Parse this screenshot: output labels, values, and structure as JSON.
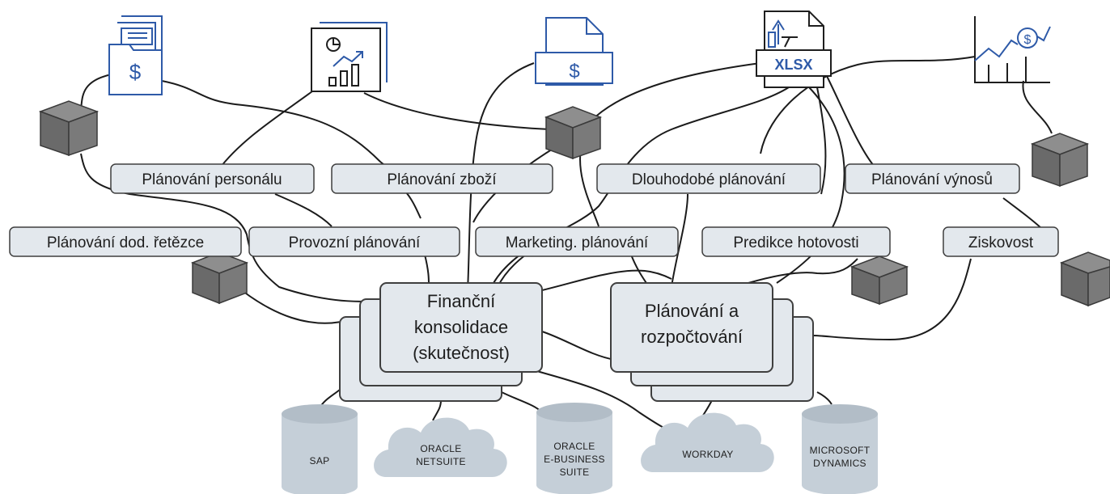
{
  "labels": {
    "planovani_personalu": "Plánování personálu",
    "planovani_zbozi": "Plánování zboží",
    "dlouhodobe_planovani": "Dlouhodobé plánování",
    "planovani_vynosu": "Plánování výnosů",
    "planovani_dod_retezce": "Plánování dod. řetězce",
    "provozni_planovani": "Provozní plánování",
    "marketing_planovani": "Marketing. plánování",
    "predikce_hotovosti": "Predikce hotovosti",
    "ziskovost": "Ziskovost"
  },
  "hubs": {
    "financni": [
      "Finanční",
      "konsolidace",
      "(skutečnost)"
    ],
    "planovani": [
      "Plánování a",
      "rozpočtování"
    ]
  },
  "sources": {
    "sap": [
      "SAP"
    ],
    "netsuite": [
      "ORACLE",
      "NETSUITE"
    ],
    "ebs": [
      "ORACLE",
      "E-BUSINESS",
      "SUITE"
    ],
    "workday": [
      "WORKDAY"
    ],
    "dynamics": [
      "MICROSOFT",
      "DYNAMICS"
    ]
  },
  "icons": {
    "folder_dollar": {
      "name": "folder-dollar-icon",
      "glyph": "$"
    },
    "report_chart": {
      "name": "report-chart-icon"
    },
    "invoice_dollar": {
      "name": "invoice-dollar-icon",
      "glyph": "$"
    },
    "xlsx_file": {
      "name": "xlsx-file-icon",
      "glyph": "XLSX"
    },
    "trend_chart": {
      "name": "trend-chart-icon",
      "glyph": "$"
    }
  },
  "colors": {
    "label_fill": "#e3e8ed",
    "stroke": "#3f3f3f",
    "icon": "#2e5aa8",
    "cube": "#6d6d6d",
    "cylinder": "#c5cfd8"
  }
}
